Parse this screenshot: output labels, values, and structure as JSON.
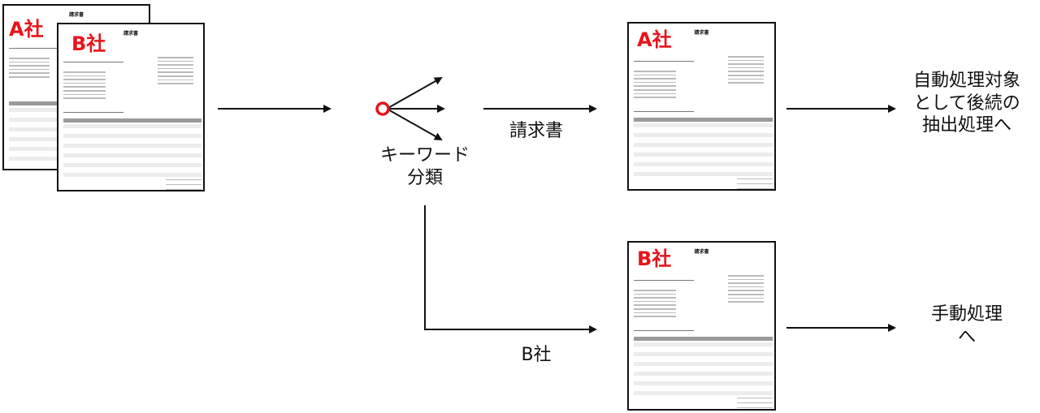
{
  "documents": {
    "doc_title": "請求書",
    "company_a": "A社",
    "company_b": "B社"
  },
  "node": {
    "keyword_line1": "キーワード",
    "keyword_line2": "分類"
  },
  "edges": {
    "invoice_label": "請求書",
    "company_b_label": "B社"
  },
  "outcomes": {
    "auto_line1": "自動処理対象",
    "auto_line2": "として後続の",
    "auto_line3": "抽出処理へ",
    "manual_line1": "手動処理",
    "manual_line2": "へ"
  },
  "colors": {
    "accent_red": "#e8141b",
    "stroke": "#111111"
  }
}
